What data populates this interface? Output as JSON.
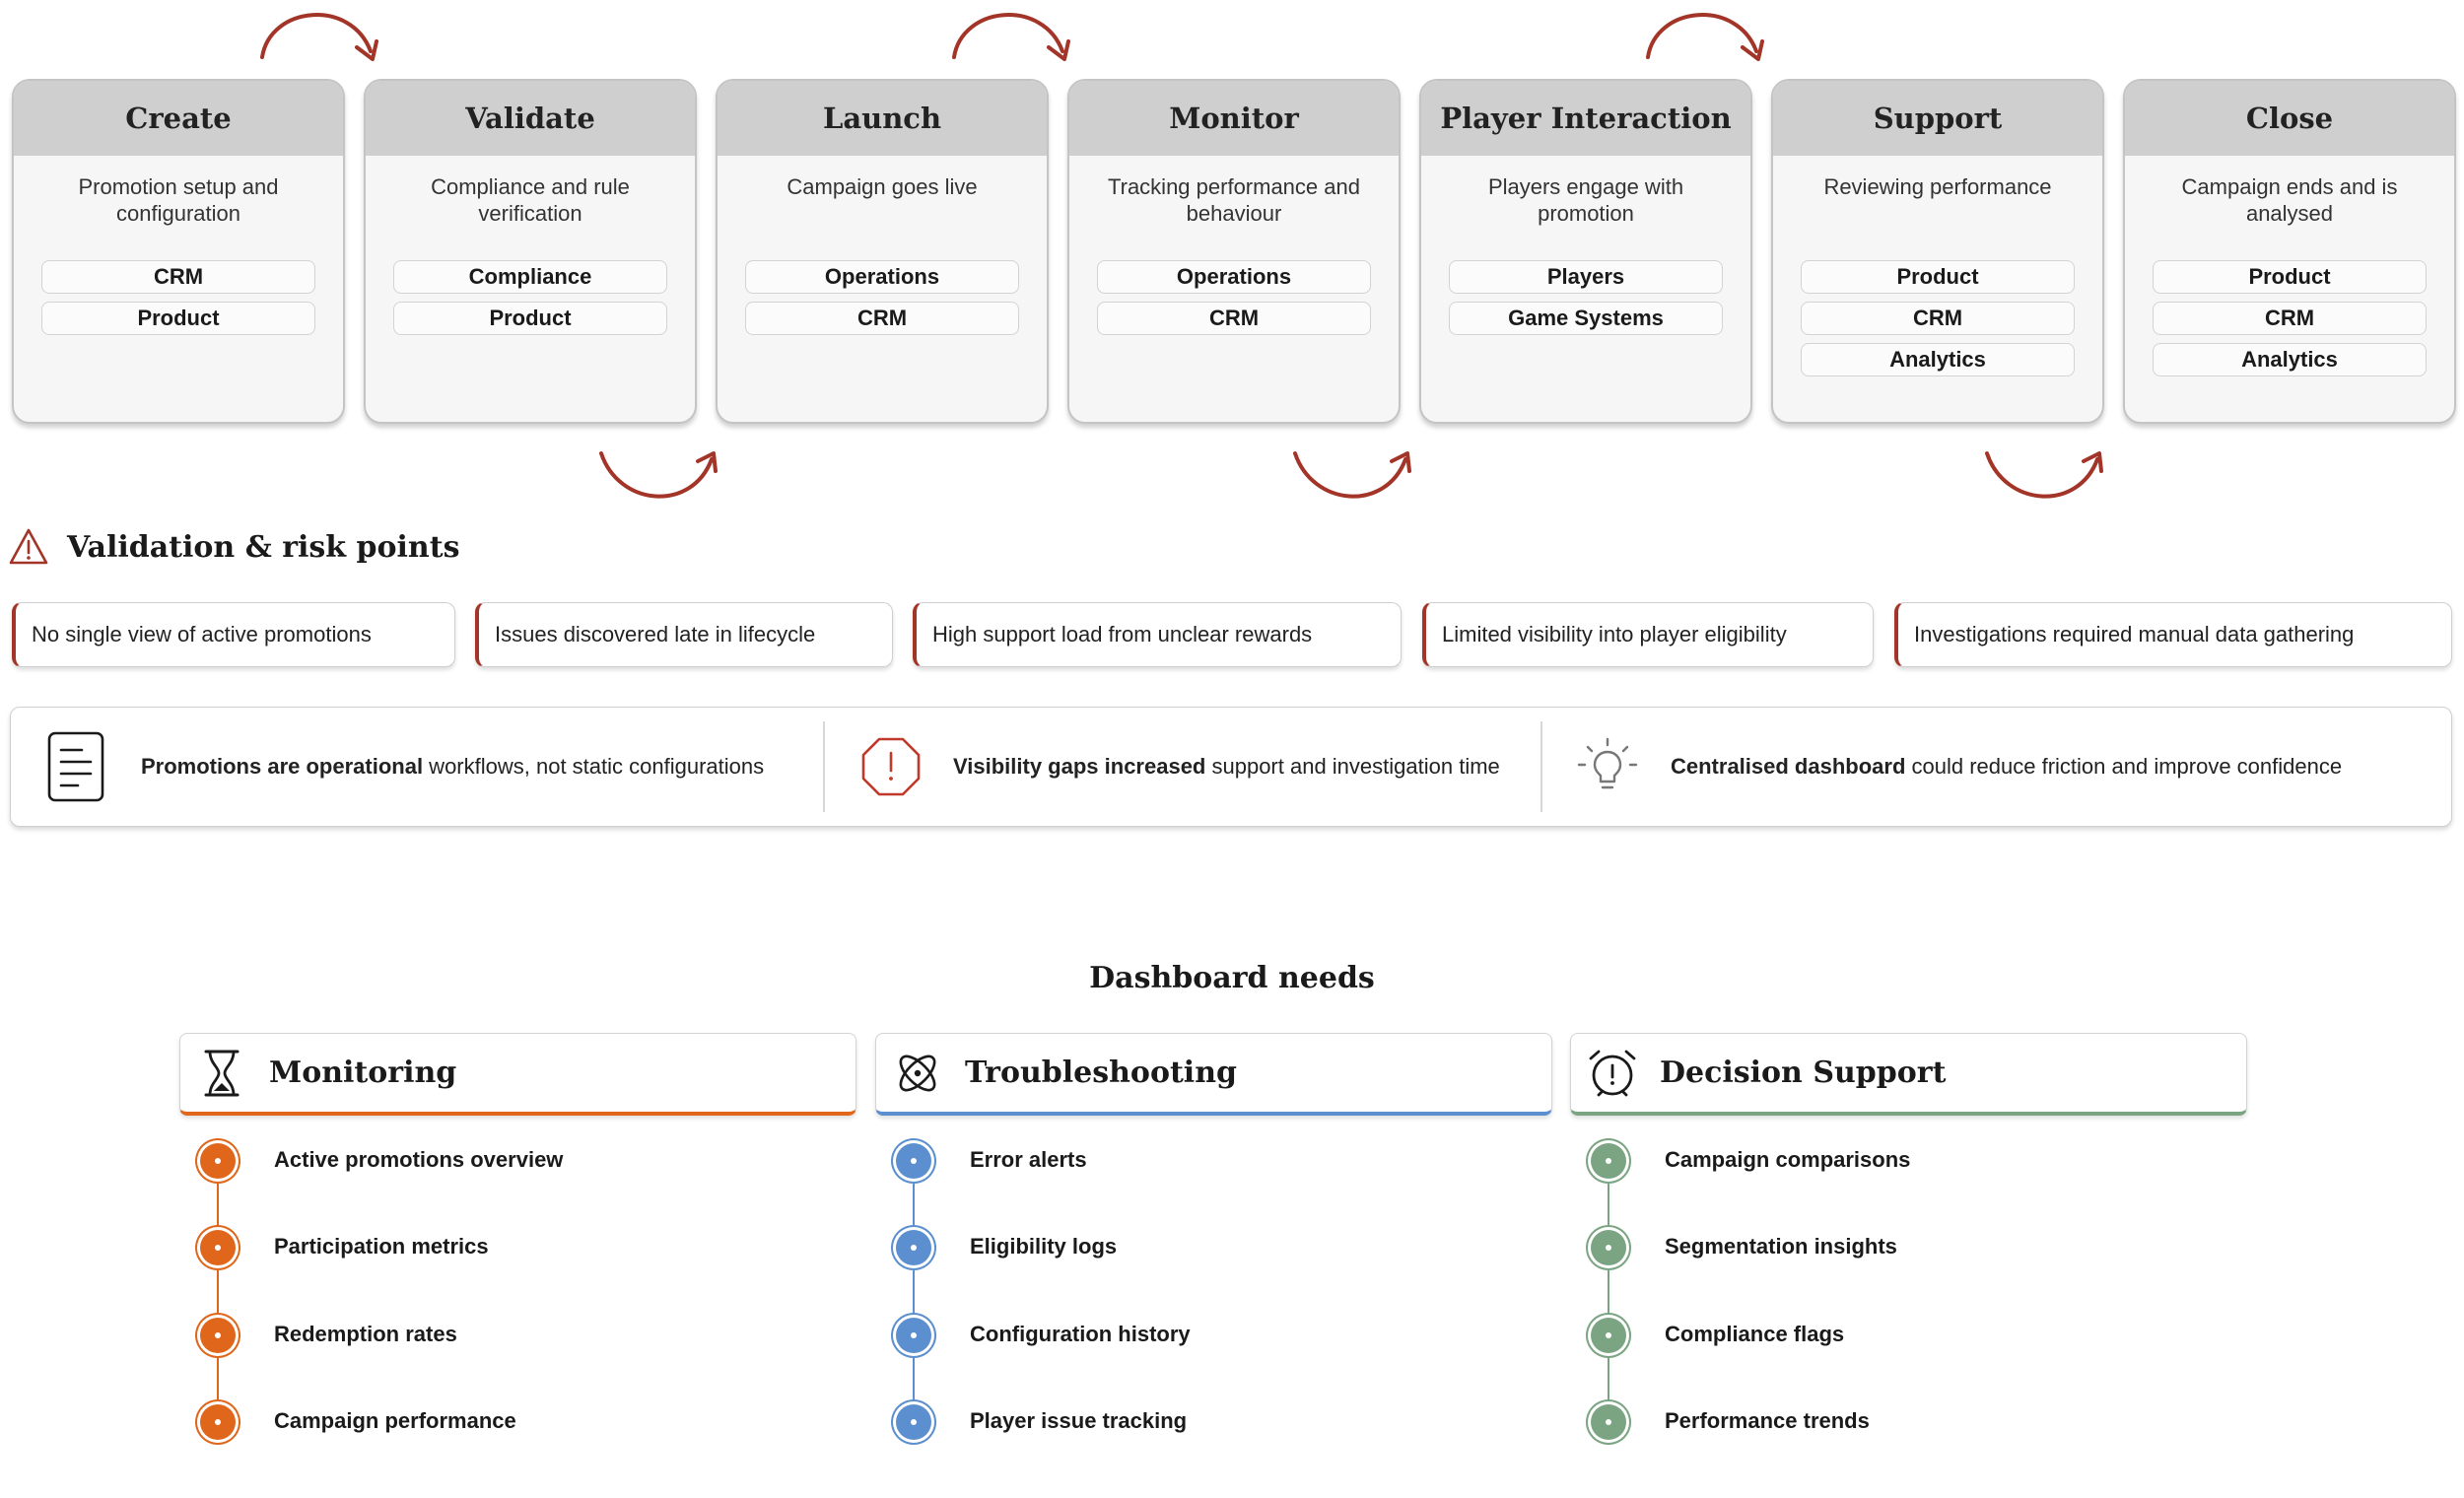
{
  "stages": [
    {
      "title": "Create",
      "desc": "Promotion setup and configuration",
      "roles": [
        "CRM",
        "Product"
      ]
    },
    {
      "title": "Validate",
      "desc": "Compliance and rule verification",
      "roles": [
        "Compliance",
        "Product"
      ]
    },
    {
      "title": "Launch",
      "desc": "Campaign goes live",
      "roles": [
        "Operations",
        "CRM"
      ]
    },
    {
      "title": "Monitor",
      "desc": "Tracking performance and behaviour",
      "roles": [
        "Operations",
        "CRM"
      ]
    },
    {
      "title": "Player Interaction",
      "desc": "Players engage with promotion",
      "roles": [
        "Players",
        "Game Systems"
      ]
    },
    {
      "title": "Support",
      "desc": "Reviewing performance",
      "roles": [
        "Product",
        "CRM",
        "Analytics"
      ]
    },
    {
      "title": "Close",
      "desc": "Campaign ends and is analysed",
      "roles": [
        "Product",
        "CRM",
        "Analytics"
      ]
    }
  ],
  "risk": {
    "title": "Validation & risk points",
    "items": [
      "No single view of active promotions",
      "Issues discovered late in lifecycle",
      "High support load from unclear rewards",
      "Limited visibility into player eligibility",
      "Investigations required manual data gathering"
    ]
  },
  "insights": [
    {
      "bold": "Promotions are operational",
      "rest": " workflows, not static configurations",
      "icon": "document-icon"
    },
    {
      "bold": "Visibility gaps increased",
      "rest": " support and investigation time",
      "icon": "alert-octagon-icon"
    },
    {
      "bold": "Centralised dashboard",
      "rest": " could reduce friction and improve confidence",
      "icon": "lightbulb-icon"
    }
  ],
  "dashboard": {
    "title": "Dashboard needs",
    "columns": [
      {
        "title": "Monitoring",
        "icon": "hourglass-icon",
        "color": "#e0661c",
        "items": [
          "Active promotions overview",
          "Participation metrics",
          "Redemption rates",
          "Campaign performance"
        ]
      },
      {
        "title": "Troubleshooting",
        "icon": "atom-icon",
        "color": "#5b8fcf",
        "items": [
          "Error alerts",
          "Eligibility logs",
          "Configuration history",
          "Player issue tracking"
        ]
      },
      {
        "title": "Decision Support",
        "icon": "alarm-clock-icon",
        "color": "#7aa482",
        "items": [
          "Campaign comparisons",
          "Segmentation insights",
          "Compliance flags",
          "Performance trends"
        ]
      }
    ]
  },
  "colors": {
    "arrow": "#a33428",
    "risk_accent": "#a33428",
    "stage_header": "#cfcfcf"
  }
}
